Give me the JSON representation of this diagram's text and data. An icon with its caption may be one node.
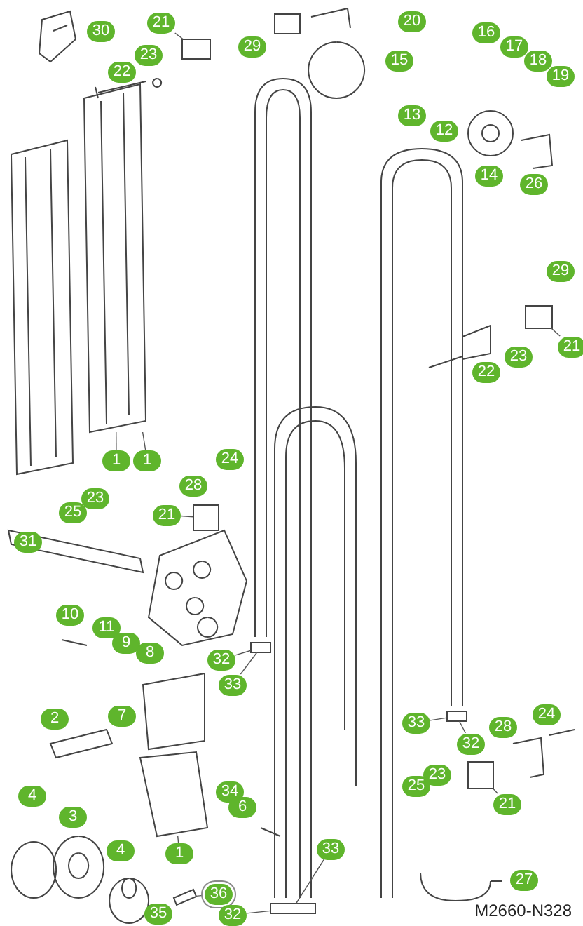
{
  "diagram": {
    "nodes": [
      {
        "text": [
          "20"
        ]
      },
      {
        "text": [
          "21"
        ]
      },
      {
        "text": [
          "30"
        ]
      },
      {
        "text": [
          "16"
        ]
      },
      {
        "text": [
          "29"
        ]
      },
      {
        "text": [
          "17"
        ]
      },
      {
        "text": [
          "23"
        ]
      },
      {
        "text": [
          "15"
        ]
      },
      {
        "text": [
          "18"
        ]
      },
      {
        "text": [
          "22"
        ]
      },
      {
        "text": [
          "19"
        ]
      },
      {
        "text": [
          "13"
        ]
      },
      {
        "text": [
          "12"
        ]
      },
      {
        "text": [
          "14"
        ]
      },
      {
        "text": [
          "26"
        ]
      },
      {
        "text": [
          "29"
        ]
      },
      {
        "text": [
          "21"
        ]
      },
      {
        "text": [
          "23"
        ]
      },
      {
        "text": [
          "22"
        ]
      },
      {
        "text": [
          "24"
        ]
      },
      {
        "text": [
          "1"
        ]
      },
      {
        "text": [
          "1"
        ]
      },
      {
        "text": [
          "28"
        ]
      },
      {
        "text": [
          "23"
        ]
      },
      {
        "text": [
          "25"
        ]
      },
      {
        "text": [
          "21"
        ]
      },
      {
        "text": [
          "31"
        ]
      },
      {
        "text": [
          "10"
        ]
      },
      {
        "text": [
          "11"
        ]
      },
      {
        "text": [
          "9"
        ]
      },
      {
        "text": [
          "8"
        ]
      },
      {
        "text": [
          "32"
        ]
      },
      {
        "text": [
          "33"
        ]
      },
      {
        "text": [
          "24"
        ]
      },
      {
        "text": [
          "7"
        ]
      },
      {
        "text": [
          "2"
        ]
      },
      {
        "text": [
          "33"
        ]
      },
      {
        "text": [
          "28"
        ]
      },
      {
        "text": [
          "32"
        ]
      },
      {
        "text": [
          "23"
        ]
      },
      {
        "text": [
          "25"
        ]
      },
      {
        "text": [
          "34"
        ]
      },
      {
        "text": [
          "4"
        ]
      },
      {
        "text": [
          "21"
        ]
      },
      {
        "text": [
          "6"
        ]
      },
      {
        "text": [
          "3"
        ]
      },
      {
        "text": [
          "33"
        ]
      },
      {
        "text": [
          "4"
        ]
      },
      {
        "text": [
          "1"
        ]
      },
      {
        "text": [
          "27"
        ]
      },
      {
        "text": [
          "36"
        ]
      },
      {
        "text": [
          "32"
        ]
      },
      {
        "text": [
          "35"
        ]
      },
      {
        "text": [],
        "shape": "box"
      },
      {
        "text": [],
        "shape": "picture"
      },
      {
        "text": [],
        "shape": "box"
      },
      {
        "text": [],
        "shape": "box"
      },
      {
        "text": [],
        "shape": "box"
      },
      {
        "text": [],
        "shape": "box"
      },
      {
        "text": [],
        "shape": "box"
      },
      {
        "text": [],
        "shape": "box"
      },
      {
        "text": [],
        "shape": "picture"
      },
      {
        "text": [],
        "shape": "picture"
      }
    ],
    "edges": [
      {
        "from": 1,
        "to": 53,
        "arrow": "none"
      },
      {
        "from": 20,
        "to": 54,
        "arrow": "none"
      },
      {
        "from": 21,
        "to": 54,
        "arrow": "none"
      },
      {
        "from": 25,
        "to": 55,
        "arrow": "none"
      },
      {
        "from": 16,
        "to": 56,
        "arrow": "none"
      },
      {
        "from": 31,
        "to": 57,
        "arrow": "none"
      },
      {
        "from": 32,
        "to": 57,
        "arrow": "none"
      },
      {
        "from": 36,
        "to": 58,
        "arrow": "none"
      },
      {
        "from": 38,
        "to": 58,
        "arrow": "none"
      },
      {
        "from": 43,
        "to": 59,
        "arrow": "none"
      },
      {
        "from": 46,
        "to": 60,
        "arrow": "none"
      },
      {
        "from": 48,
        "to": 61,
        "arrow": "none"
      },
      {
        "from": 50,
        "to": 62,
        "arrow": "none"
      },
      {
        "from": 51,
        "to": 60,
        "arrow": "none"
      }
    ],
    "labels": [
      "M2660-N328"
    ]
  }
}
